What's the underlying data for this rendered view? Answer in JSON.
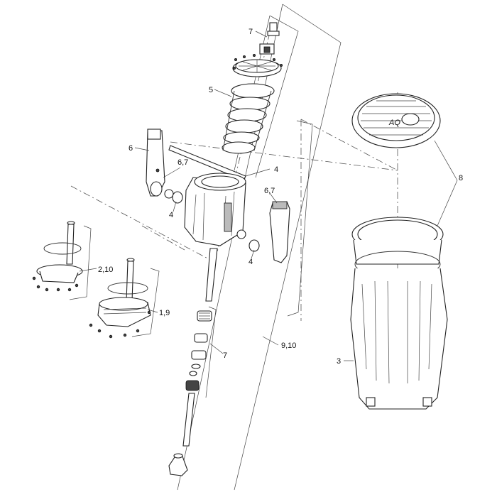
{
  "callouts": {
    "c7_top": "7",
    "c5": "5",
    "c6": "6",
    "c67_left": "6,7",
    "c4_tube": "4",
    "c4_left": "4",
    "c67_right": "6,7",
    "c4_right": "4",
    "c210": "2,10",
    "c19": "1,9",
    "c7_bottom": "7",
    "c910": "9,10",
    "c8": "8",
    "c3": "3"
  },
  "lid_brand": "AQ"
}
